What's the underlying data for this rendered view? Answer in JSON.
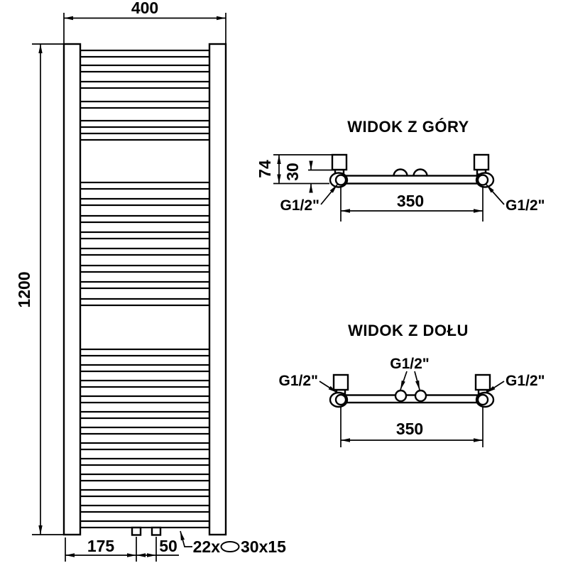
{
  "drawing": {
    "front_view": {
      "width_label": "400",
      "height_label": "1200",
      "offset_label": "175",
      "spacing_label": "50",
      "rung_count_label": "22x",
      "rung_profile_label": "30x15"
    },
    "top_view": {
      "title": "WIDOK Z GÓRY",
      "depth_label": "74",
      "tube_depth_label": "30",
      "centers_label": "350",
      "thread_left": "G1/2\"",
      "thread_right": "G1/2\""
    },
    "bottom_view": {
      "title": "WIDOK Z DOŁU",
      "thread_left": "G1/2\"",
      "thread_center": "G1/2\"",
      "thread_right": "G1/2\"",
      "centers_label": "350"
    },
    "colors": {
      "line": "#000000",
      "background": "#ffffff"
    }
  }
}
